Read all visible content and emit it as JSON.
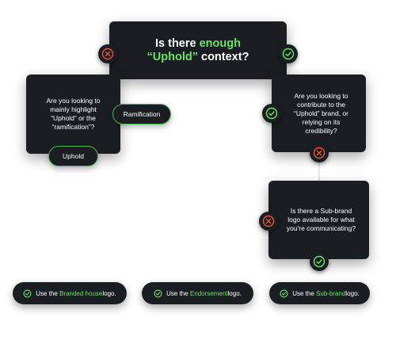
{
  "top": {
    "line1_prefix": "Is there ",
    "line1_highlight": "enough",
    "line2_highlight": "“Uphold”",
    "line2_suffix": " context?"
  },
  "left_question": "Are you looking to mainly highlight “Uphold” or the “ramification”?",
  "right_question": "Are you looking to contribute to the “Uphold” brand, or relying on its credibility?",
  "sub_question": "Is there a Sub-brand logo available for what you're communicating?",
  "pills": {
    "ramification": "Ramification",
    "uphold": "Uphold"
  },
  "results": [
    {
      "prefix": "Use the ",
      "highlight": "Branded house",
      "suffix": " logo."
    },
    {
      "prefix": "Use the ",
      "highlight": "Endorsement",
      "suffix": " logo."
    },
    {
      "prefix": "Use the ",
      "highlight": "Sub-brand",
      "suffix": " logo."
    }
  ],
  "colors": {
    "card": "#1a1d21",
    "accent_green": "#6ee36a",
    "no_red": "#e8553d"
  },
  "icons": {
    "yes": "check-circle-icon",
    "no": "x-circle-icon"
  }
}
